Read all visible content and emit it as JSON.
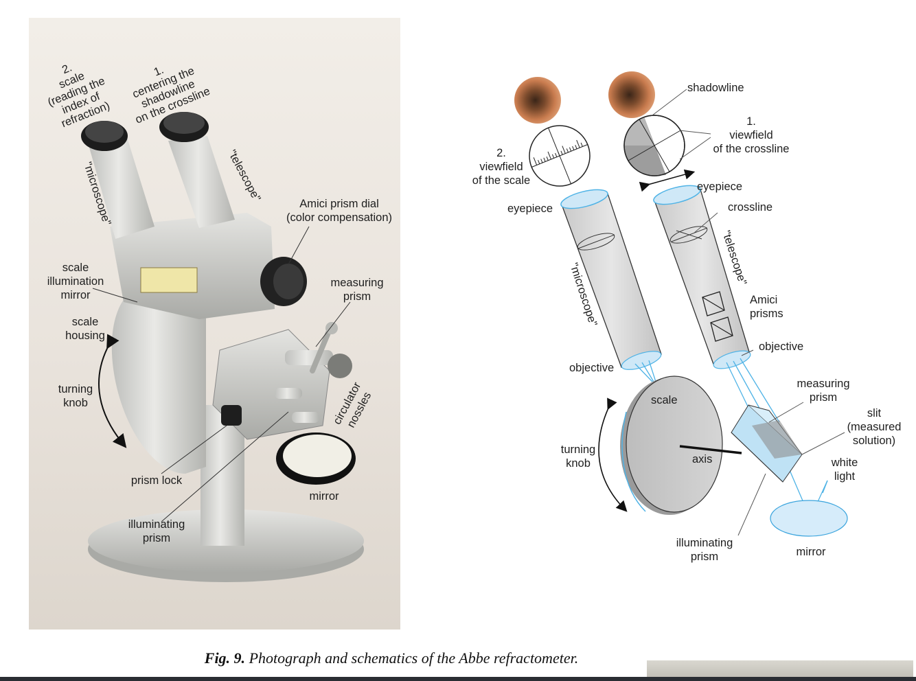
{
  "photo_labels": {
    "scale_reading_1": "2.",
    "scale_reading_2": "scale",
    "scale_reading_3": "(reading the",
    "scale_reading_4": "index of",
    "scale_reading_5": "refraction)",
    "centering_1": "1.",
    "centering_2": "centering the",
    "centering_3": "shadowline",
    "centering_4": "on the crossline",
    "microscope": "\"microscope\"",
    "telescope": "\"telescope\"",
    "amici_dial_1": "Amici prism dial",
    "amici_dial_2": "(color compensation)",
    "scale_illum_1": "scale",
    "scale_illum_2": "illumination",
    "scale_illum_3": "mirror",
    "measuring_1": "measuring",
    "measuring_2": "prism",
    "scale_housing_1": "scale",
    "scale_housing_2": "housing",
    "turning_1": "turning",
    "turning_2": "knob",
    "circulator_1": "circulator",
    "circulator_2": "nossles",
    "prism_lock": "prism lock",
    "mirror": "mirror",
    "illuminating_1": "illuminating",
    "illuminating_2": "prism"
  },
  "schematic_labels": {
    "shadowline": "shadowline",
    "viewfield_cross_1": "1.",
    "viewfield_cross_2": "viewfield",
    "viewfield_cross_3": "of the crossline",
    "viewfield_scale_1": "2.",
    "viewfield_scale_2": "viewfield",
    "viewfield_scale_3": "of the scale",
    "eyepiece_left": "eyepiece",
    "eyepiece_right": "eyepiece",
    "crossline": "crossline",
    "microscope": "\"microscope\"",
    "telescope": "\"telescope\"",
    "amici_1": "Amici",
    "amici_2": "prisms",
    "objective_right": "objective",
    "objective_left": "objective",
    "measuring_1": "measuring",
    "measuring_2": "prism",
    "scale": "scale",
    "slit_1": "slit",
    "slit_2": "(measured",
    "slit_3": "solution)",
    "turning_1": "turning",
    "turning_2": "knob",
    "axis": "axis",
    "white_1": "white",
    "white_2": "light",
    "illuminating_1": "illuminating",
    "illuminating_2": "prism",
    "mirror": "mirror"
  },
  "caption": {
    "fig": "Fig. 9.",
    "text": " Photograph and schematics of the Abbe refractometer."
  },
  "colors": {
    "optic_blue": "#4fb3e6",
    "light_blue_fill": "#cfe8f7",
    "body_grey": "#d7d7d7",
    "dark_grey": "#9a9a9a"
  }
}
